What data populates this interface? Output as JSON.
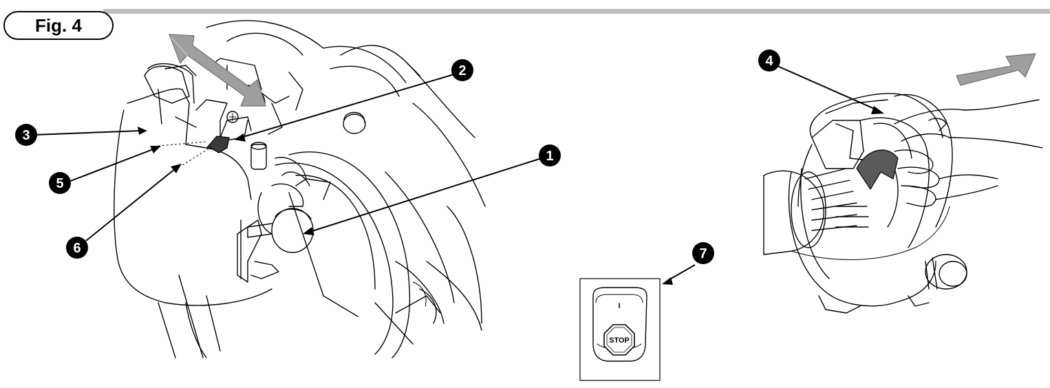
{
  "figure": {
    "label": "Fig. 4"
  },
  "callouts": [
    {
      "id": "1",
      "glyph": "1"
    },
    {
      "id": "2",
      "glyph": "2"
    },
    {
      "id": "3",
      "glyph": "3"
    },
    {
      "id": "4",
      "glyph": "4"
    },
    {
      "id": "5",
      "glyph": "5"
    },
    {
      "id": "6",
      "glyph": "6"
    },
    {
      "id": "7",
      "glyph": "7"
    }
  ],
  "switch_panel": {
    "on_mark": "I",
    "stop_label": "STOP"
  },
  "colors": {
    "arrow_fill": "#9e9e9e",
    "callout_fill": "#000000",
    "dark_part": "#3a3a3a"
  }
}
